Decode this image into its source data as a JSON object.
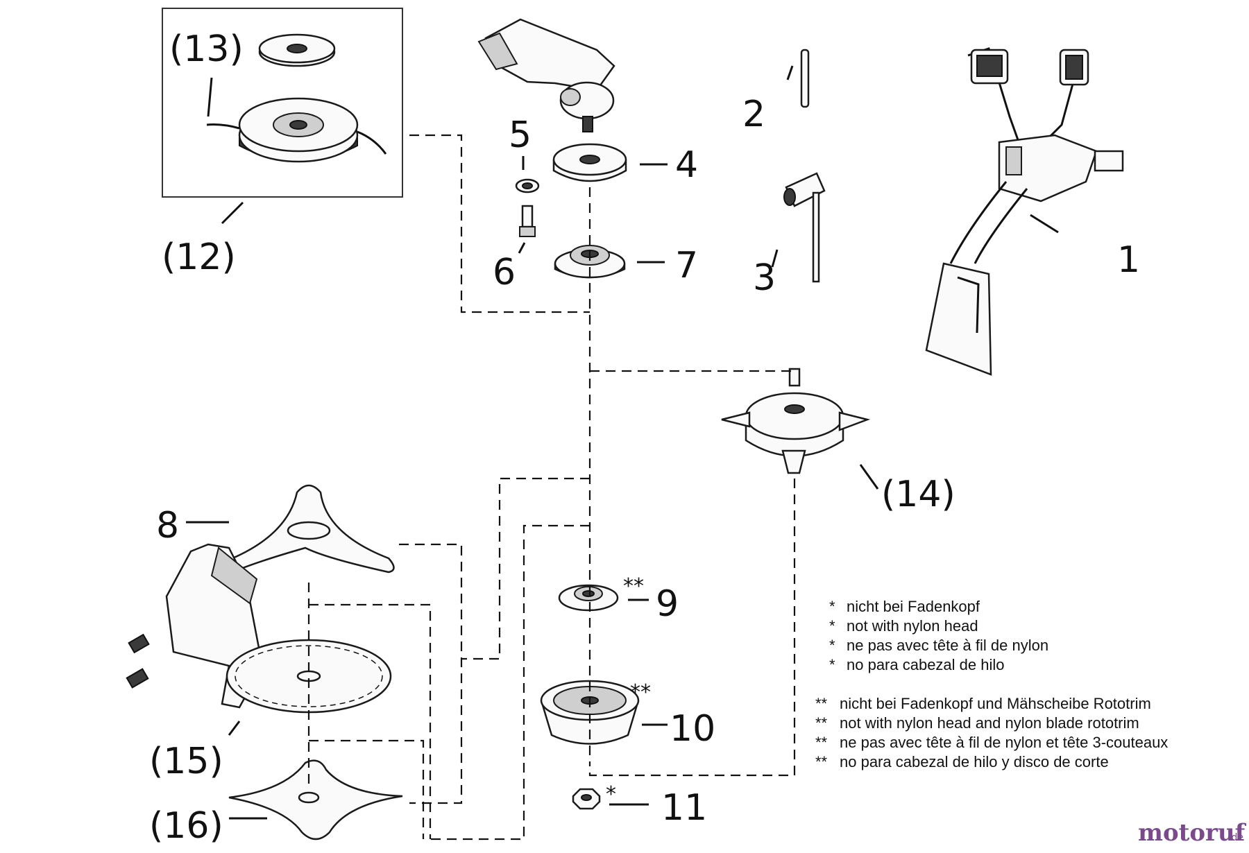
{
  "parts": {
    "p1": "1",
    "p2": "2",
    "p3": "3",
    "p4": "4",
    "p5": "5",
    "p6": "6",
    "p7": "7",
    "p8": "8",
    "p9": "9",
    "p10": "10",
    "p11": "11",
    "p12": "(12)",
    "p13": "(13)",
    "p14": "(14)",
    "p15": "(15)",
    "p16": "(16)"
  },
  "markers": {
    "m9": "**",
    "m10": "**",
    "m11": "*"
  },
  "notes": [
    {
      "mark": "*",
      "text": "nicht bei Fadenkopf"
    },
    {
      "mark": "*",
      "text": "not with nylon head"
    },
    {
      "mark": "*",
      "text": "ne pas avec tête à fil de nylon"
    },
    {
      "mark": "*",
      "text": "no para cabezal de hilo"
    },
    {
      "mark": "**",
      "text": "nicht bei Fadenkopf und Mähscheibe Rototrim"
    },
    {
      "mark": "**",
      "text": "not with nylon head and nylon blade rototrim"
    },
    {
      "mark": "**",
      "text": "ne pas avec tête à fil de nylon et tête 3-couteaux"
    },
    {
      "mark": "**",
      "text": "no para cabezal de hilo y disco de corte"
    }
  ],
  "watermark": {
    "name": "motoruf",
    "tld": ".de"
  }
}
